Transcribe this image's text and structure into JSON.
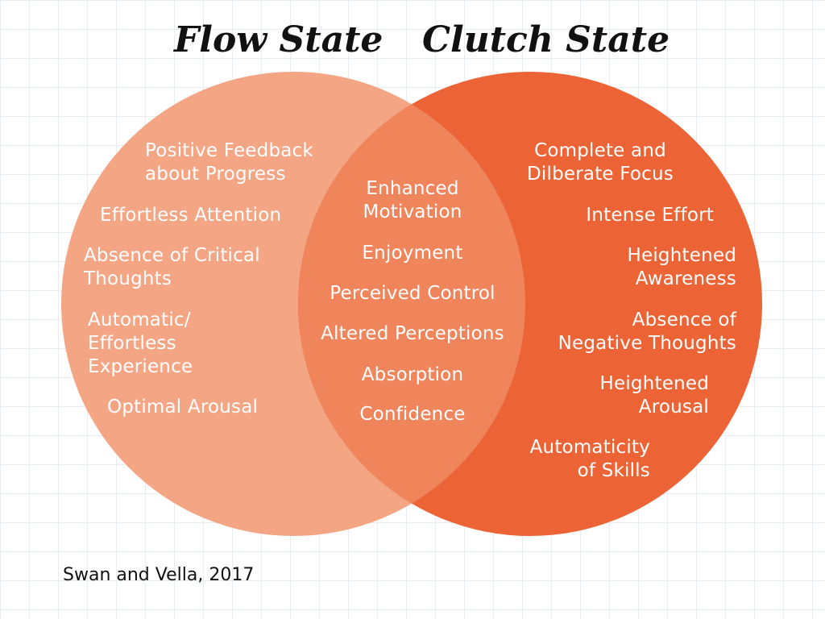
{
  "titles": {
    "flow": "Flow State",
    "clutch": "Clutch State"
  },
  "colors": {
    "flow_circle": "#f4a584",
    "clutch_circle": "#ec6435",
    "overlap": "#f0845b",
    "label_text": "#ffffff",
    "title_text": "#111111"
  },
  "flow_items": [
    "Positive Feedback\nabout Progress",
    "Effortless Attention",
    "Absence of Critical\nThoughts",
    "Automatic/\nEffortless\nExperience",
    "Optimal Arousal"
  ],
  "shared_items": [
    "Enhanced\nMotivation",
    "Enjoyment",
    "Perceived Control",
    "Altered Perceptions",
    "Absorption",
    "Confidence"
  ],
  "clutch_items": [
    "Complete and\nDilberate Focus",
    "Intense Effort",
    "Heightened\nAwareness",
    "Absence of\nNegative Thoughts",
    "Heightened\nArousal",
    "Automaticity\nof Skills"
  ],
  "citation": "Swan and Vella, 2017"
}
